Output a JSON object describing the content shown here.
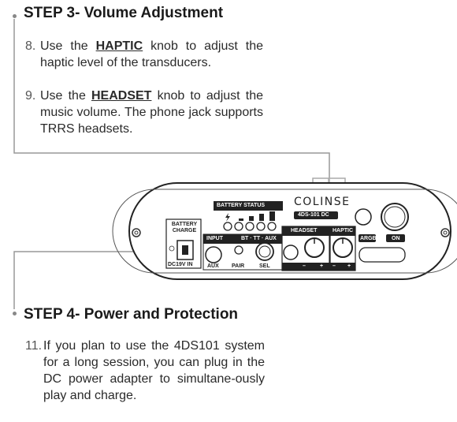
{
  "step3": {
    "prefix": "STEP 3- ",
    "title": "Volume Adjustment",
    "items": [
      {
        "num": "8.",
        "pre": "Use the ",
        "keyword": "HAPTIC",
        "post": " knob to adjust the haptic level of the transducers."
      },
      {
        "num": "9.",
        "pre": "Use the ",
        "keyword": "HEADSET",
        "post": " knob to adjust the music volume. The phone jack supports TRRS headsets."
      }
    ]
  },
  "step4": {
    "prefix": "STEP 4- ",
    "title": "Power and Protection",
    "items": [
      {
        "num": "11.",
        "text": "If you plan to use the 4DS101 system for a long session, you can plug in the DC power adapter to simultane-ously play and charge."
      }
    ]
  },
  "device": {
    "brand": "COLINSE",
    "model": "4DS-101 DC",
    "battery_status": "BATTERY STATUS",
    "battery_charge": "BATTERY CHARGE",
    "dc_in": "DC19V IN",
    "input": "INPUT",
    "input_modes": "BT · TT · AUX",
    "aux": "AUX",
    "pair": "PAIR",
    "sel": "SEL",
    "headset": "HEADSET",
    "haptic": "HAPTIC",
    "argb": "ARGB",
    "on": "ON",
    "minus": "–",
    "plus": "+"
  }
}
